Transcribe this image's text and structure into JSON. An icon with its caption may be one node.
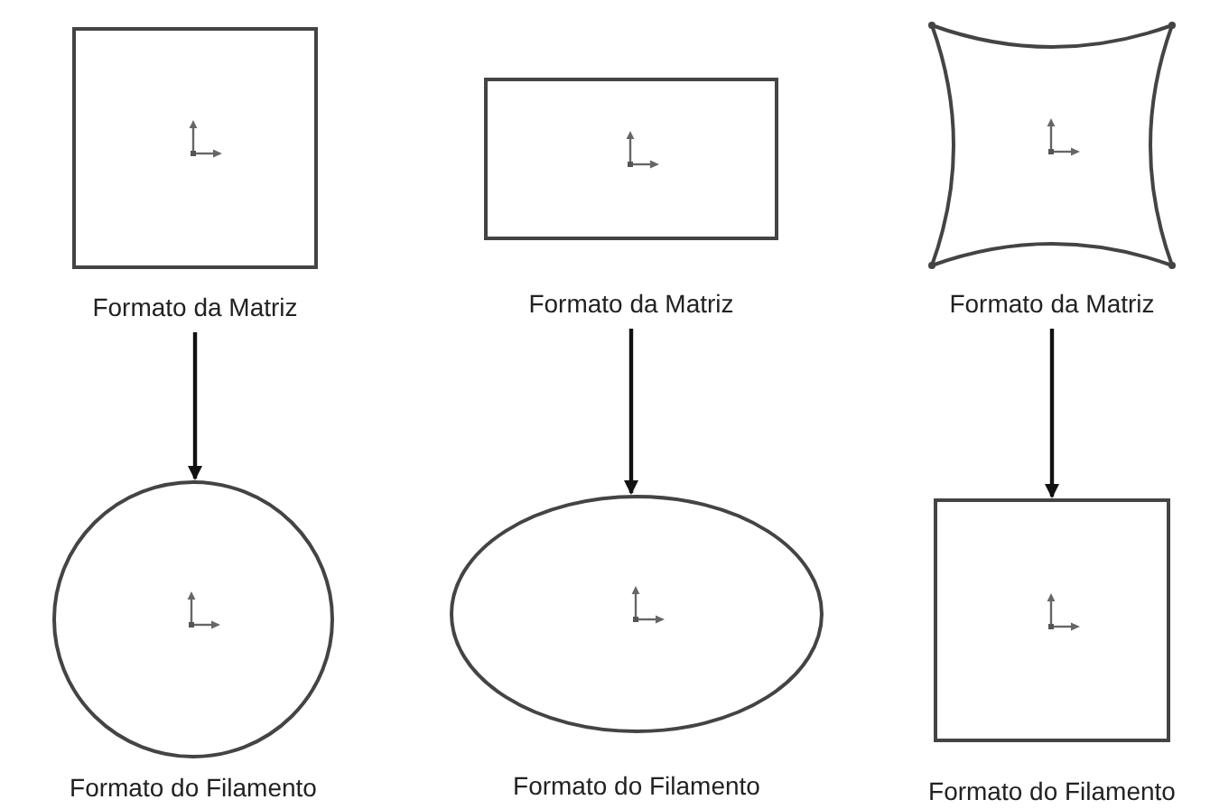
{
  "diagram": {
    "nodes": [
      {
        "text": [
          "Formato da Matriz"
        ]
      },
      {
        "text": [
          "Formato da Matriz"
        ]
      },
      {
        "text": [
          "Formato da Matriz"
        ]
      },
      {
        "text": [
          "Formato do Filamento"
        ]
      },
      {
        "text": [
          "Formato do Filamento"
        ]
      },
      {
        "text": [
          "Formato do Filamento"
        ]
      }
    ],
    "edges": [
      {
        "from": 0,
        "to": 3,
        "arrow": "to"
      },
      {
        "from": 1,
        "to": 4,
        "arrow": "to"
      },
      {
        "from": 2,
        "to": 5,
        "arrow": "to"
      }
    ]
  }
}
